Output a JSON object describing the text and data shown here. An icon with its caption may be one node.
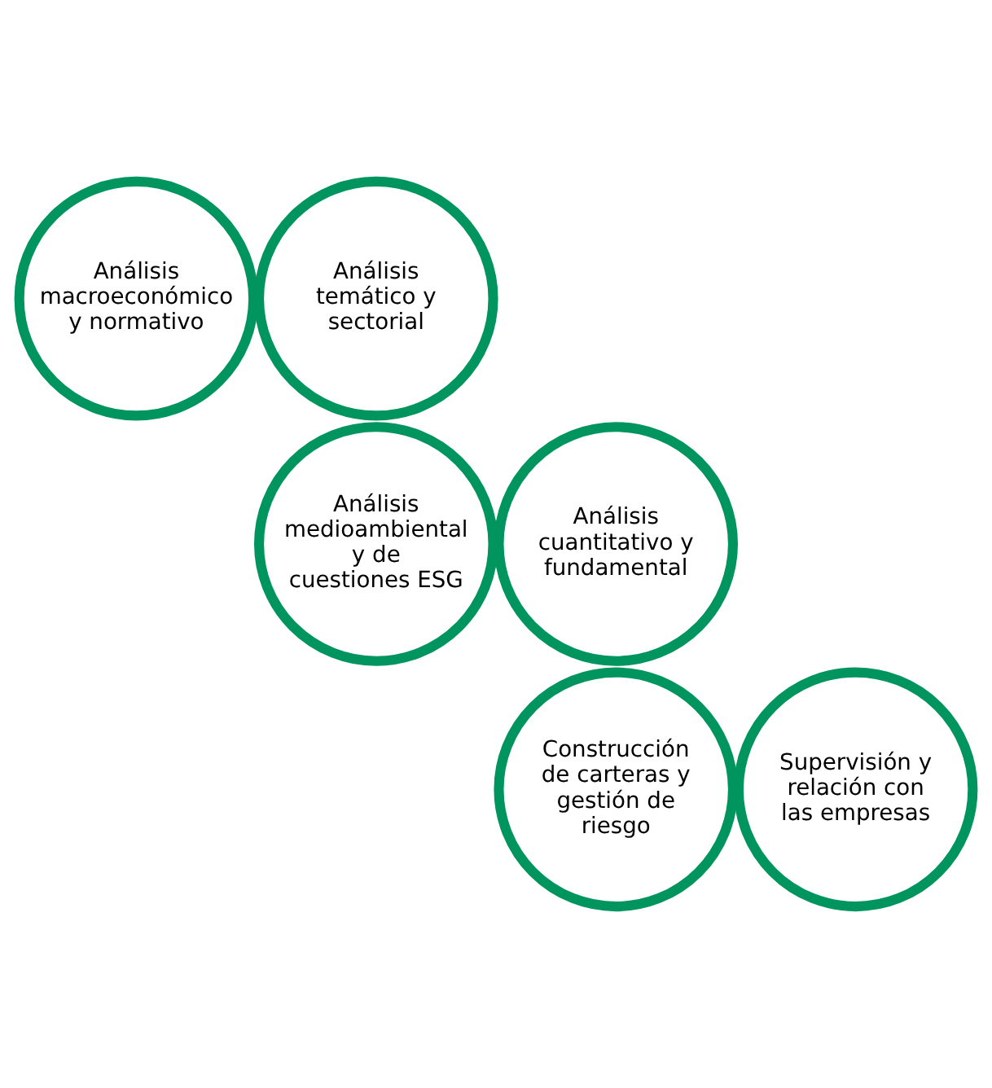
{
  "diagram": {
    "nodes": [
      {
        "text": [
          "Análisis macroeconómico y normativo"
        ]
      },
      {
        "text": [
          "Análisis temático y sectorial"
        ]
      },
      {
        "text": [
          "Análisis medioambiental y de cuestiones ESG"
        ]
      },
      {
        "text": [
          "Análisis cuantitativo y fundamental"
        ]
      },
      {
        "text": [
          "Construcción de carteras y gestión de riesgo"
        ]
      },
      {
        "text": [
          "Supervisión y relación con las empresas"
        ]
      }
    ]
  }
}
